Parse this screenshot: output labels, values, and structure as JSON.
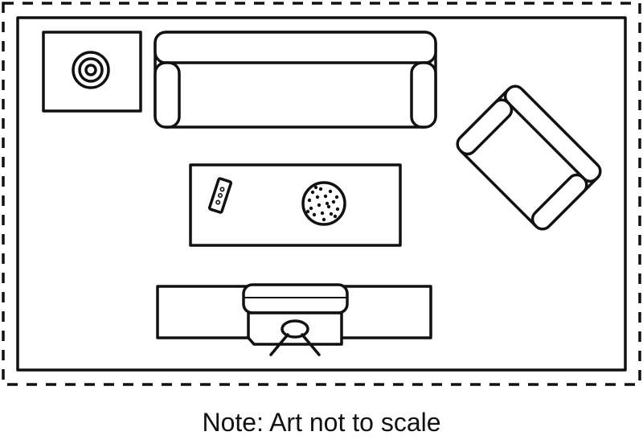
{
  "diagram": {
    "caption": "Note: Art not to scale",
    "furniture": [
      {
        "name": "end-table-with-lamp",
        "icon": "lamp-icon"
      },
      {
        "name": "sofa",
        "icon": "sofa-icon"
      },
      {
        "name": "armchair",
        "icon": "armchair-icon"
      },
      {
        "name": "coffee-table",
        "icon": "table-icon"
      },
      {
        "name": "remote-control",
        "icon": "remote-icon"
      },
      {
        "name": "potted-plant",
        "icon": "plant-icon"
      },
      {
        "name": "tv-console",
        "icon": "console-icon"
      },
      {
        "name": "television",
        "icon": "tv-icon"
      }
    ],
    "colors": {
      "stroke": "#111111",
      "background": "#ffffff"
    }
  }
}
